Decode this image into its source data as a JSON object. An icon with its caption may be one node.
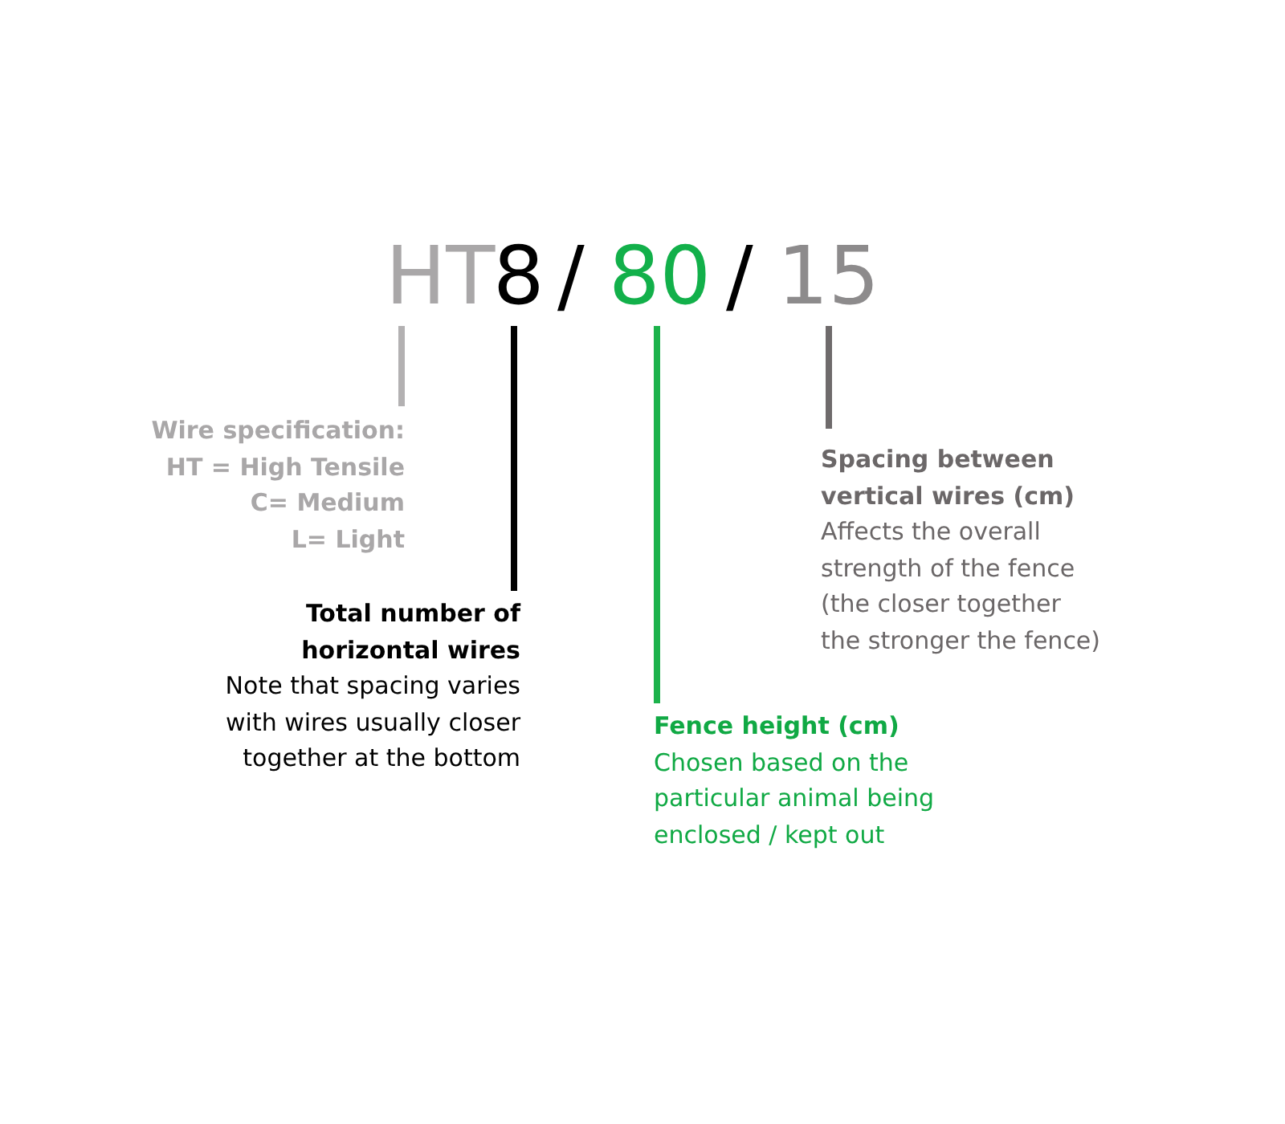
{
  "diagram": {
    "nodes": [
      {
        "text": [
          "HT"
        ]
      },
      {
        "text": [
          "8"
        ]
      },
      {
        "text": [
          "80"
        ]
      },
      {
        "text": [
          "15"
        ]
      },
      {
        "text": [
          "Wire specification:",
          "HT = High Tensile",
          "C= Medium",
          "L= Light"
        ]
      },
      {
        "text": [
          "Total number of horizontal wires",
          "Note that spacing varies with wires usually closer together at the bottom"
        ]
      },
      {
        "text": [
          "Fence height (cm)",
          "Chosen based on the particular animal being enclosed / kept out"
        ]
      },
      {
        "text": [
          "Spacing between vertical wires (cm)",
          "Affects the overall strength of the fence (the closer together the stronger the fence)"
        ]
      }
    ],
    "edges": [
      {
        "from": 0,
        "to": 4,
        "arrow": "none",
        "color": "#b3b1b2"
      },
      {
        "from": 1,
        "to": 5,
        "arrow": "none",
        "color": "#000000"
      },
      {
        "from": 2,
        "to": 6,
        "arrow": "none",
        "color": "#1cb24b"
      },
      {
        "from": 3,
        "to": 7,
        "arrow": "none",
        "color": "#6f6b6c"
      }
    ],
    "labels": [
      "/",
      "/"
    ]
  }
}
